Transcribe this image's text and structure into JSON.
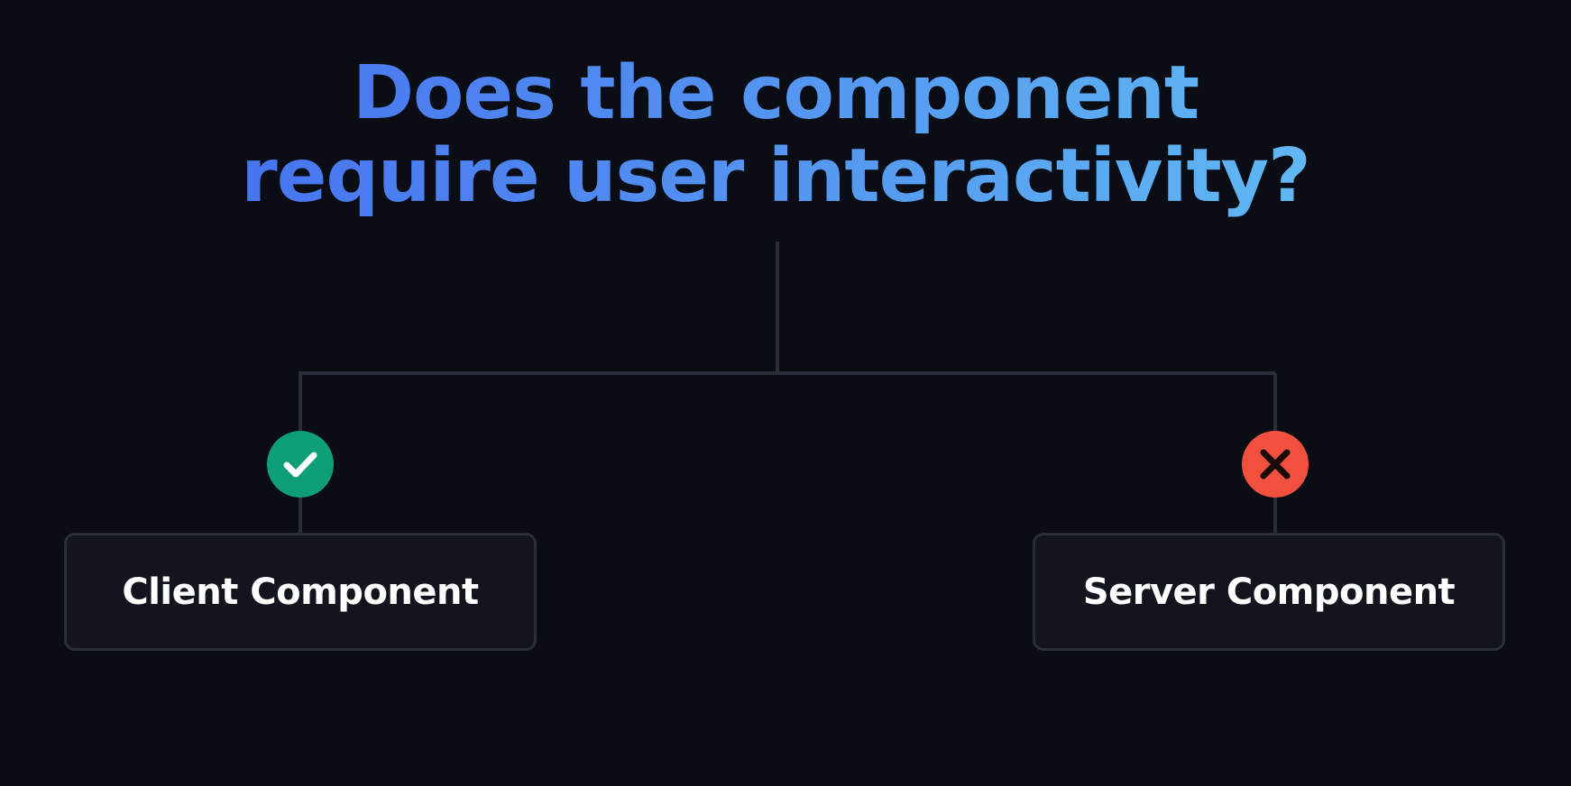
{
  "question": {
    "line1": "Does the component",
    "line2": "require user interactivity?"
  },
  "branches": [
    {
      "label": "Client Component",
      "answer_icon": "check-icon",
      "answer_color": "#0f9f77"
    },
    {
      "label": "Server Component",
      "answer_icon": "cross-icon",
      "answer_color": "#f2503f"
    }
  ],
  "colors": {
    "background": "#0b0d15",
    "connector": "#2a2e38",
    "title_gradient_start": "#3f67ee",
    "title_gradient_end": "#66c8f5"
  }
}
